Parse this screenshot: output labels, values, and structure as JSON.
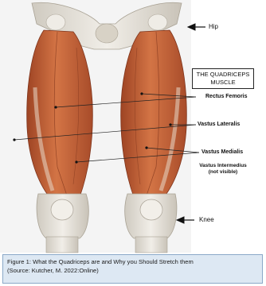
{
  "diagram": {
    "title_line1": "THE QUADRICEPS",
    "title_line2": "MUSCLE",
    "labels": {
      "hip": "Hip",
      "knee": "Knee",
      "rectus_femoris": "Rectus Femoris",
      "vastus_lateralis": "Vastus Lateralis",
      "vastus_medialis": "Vastus Medialis",
      "vastus_intermedius": "Vastus Intermedius",
      "not_visible": "(not visible)"
    },
    "colors": {
      "muscle": "#c8643a",
      "muscle_dark": "#9e4424",
      "bone": "#e6e2da",
      "tendon": "#d9d3c6",
      "caption_bg": "#dde8f3"
    }
  },
  "caption": {
    "line1": "Figure 1: What the Quadriceps are and Why you Should Stretch them",
    "line2": "(Source: Kutcher, M. 2022:Online)"
  }
}
